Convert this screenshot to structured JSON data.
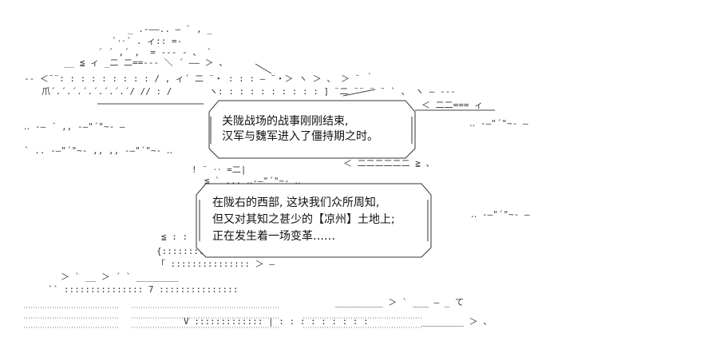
{
  "dialogue": {
    "box1": {
      "line1": "关陇战场的战事刚刚结束,",
      "line2": "汉军与魏军进入了僵持期之时。"
    },
    "box2": {
      "line1": "在陇右的西部, 这块我们众所周知,",
      "line2": "但又对其知之甚少的【凉州】土地上;",
      "line3": "正在发生着一场变革……"
    }
  },
  "ascii_art": {
    "l01": "_ .-——.. — ` , _",
    "l02": "`‥´ . ィ:: =-",
    "l03": "´ ´ ,´ ,  = --- - 、 `",
    "l04": "__ ≦ ィ _二 二==--- ＼ ´ —— ＞ 、",
    "l05": "-- ＜¨¨: : : : : : : : : / , ィ´ 二 ¨・ : : : — ¨・＞ ヽ ＞ 、 ＞ ¨ ｀",
    "l06": "爪´.´.´.´.´.´.´.´/ // : /",
    "l07": "ヽ: : : : : : : : : : ] ¨二 ¨¨ ¨ ¨ ` 、 ヽ — ---",
    "l08": "＜ 二二=== ィ",
    "l09": "‥ -— ´ ,, -—\"´\"~- —",
    "l10": "‥ -—\"´\"~- —",
    "l11": "` .. -—\"´\"~- ,, ,, -—\"´\"~- ‥",
    "l12": "＜ 二二二二二二 ≧ 、",
    "l13": "! ¨ ‥ =二|",
    "l14": "≦ ` ... ‥-—\"´\"~- ‥",
    "l15": "‥ -—\"´\"~- —",
    "l16": "≦ : :",
    "l17": "{::::::::{ ___",
    "l18": "「 ::::::::::::::: ＞ —",
    "l19": "＞ ` __ ＞ ´ ` ________",
    "l20": "`` ::::::::::::::: 7 :::::::::::::::",
    "l21": "_________ ＞ ` ___ — _ て",
    "l22": "V ::::::::::::: | : : : : : : : : :",
    "l23": "________ ＞ 、"
  }
}
